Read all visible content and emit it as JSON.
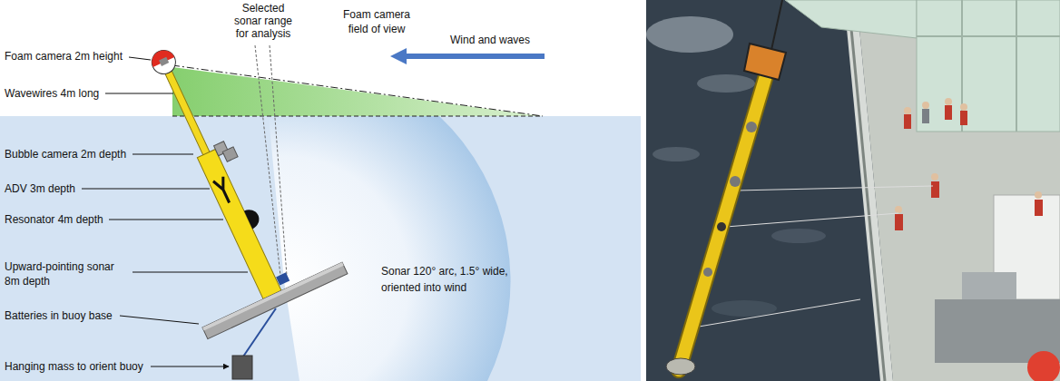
{
  "diagram": {
    "labels": [
      "Selected sonar range for analysis",
      "Foam camera field of view",
      "Wind and waves",
      "Foam camera 2m height",
      "Wavewires 4m long",
      "Bubble camera 2m depth",
      "ADV 3m depth",
      "Resonator 4m depth",
      "Upward-pointing sonar 8m depth",
      "Batteries in buoy base",
      "Sonar 120° arc, 1.5° wide, oriented into wind",
      "Hanging mass to orient buoy"
    ]
  }
}
